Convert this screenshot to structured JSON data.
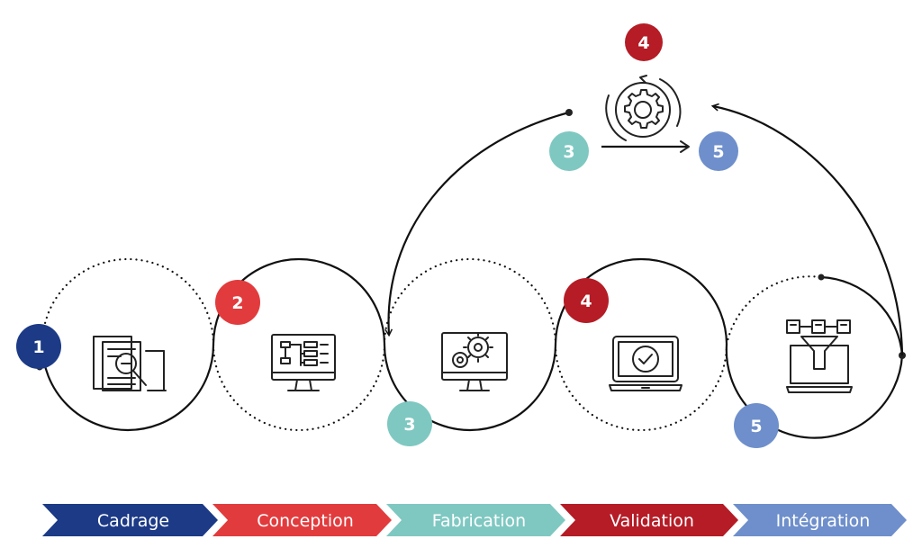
{
  "colors": {
    "cadrage": "#1c3a86",
    "conception": "#e23b3d",
    "fabrication": "#7fc8c2",
    "validation": "#b51c26",
    "integration": "#6e8fcb",
    "line": "#111111"
  },
  "badges": {
    "b1": "1",
    "b2": "2",
    "b3": "3",
    "b4": "4",
    "b5": "5",
    "cycle_b3": "3",
    "cycle_b4": "4",
    "cycle_b5": "5"
  },
  "icons": {
    "cadrage": "document-search-icon",
    "conception": "monitor-flowchart-icon",
    "fabrication": "monitor-gears-icon",
    "validation": "laptop-check-icon",
    "integration": "laptop-funnel-icon",
    "cycle": "gear-cycle-icon"
  },
  "steps": [
    {
      "label": "Cadrage"
    },
    {
      "label": "Conception"
    },
    {
      "label": "Fabrication"
    },
    {
      "label": "Validation"
    },
    {
      "label": "Intégration"
    }
  ]
}
